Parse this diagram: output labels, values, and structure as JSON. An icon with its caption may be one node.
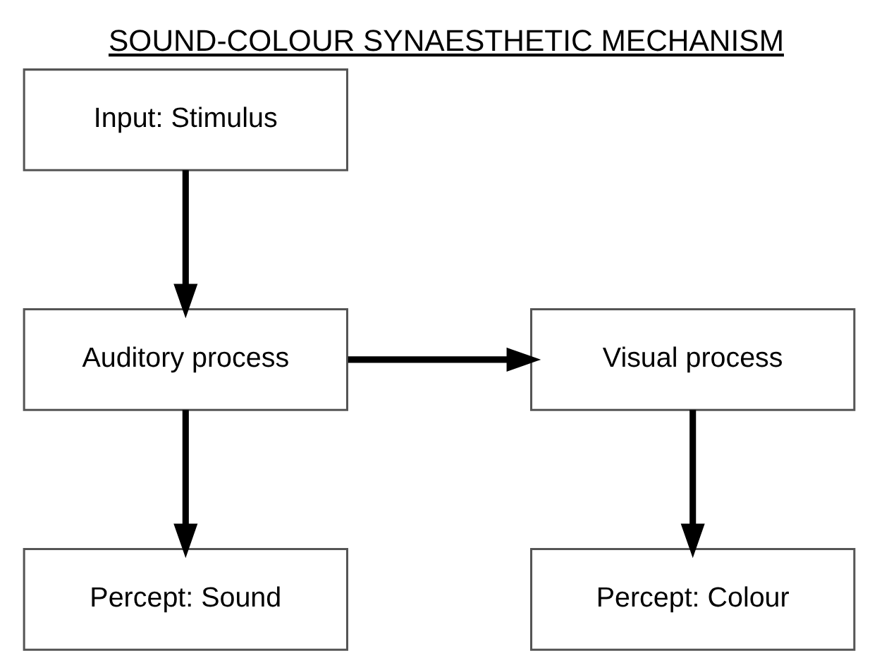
{
  "diagram": {
    "title": "SOUND-COLOUR SYNAESTHETIC MECHANISM",
    "nodes": [
      {
        "text": [
          "Input: Stimulus"
        ]
      },
      {
        "text": [
          "Auditory process"
        ]
      },
      {
        "text": [
          "Visual process"
        ]
      },
      {
        "text": [
          "Percept: Sound"
        ]
      },
      {
        "text": [
          "Percept: Colour"
        ]
      }
    ],
    "edges": [
      {
        "from": 0,
        "to": 1,
        "arrow": "to"
      },
      {
        "from": 1,
        "to": 2,
        "arrow": "to"
      },
      {
        "from": 1,
        "to": 3,
        "arrow": "to"
      },
      {
        "from": 2,
        "to": 4,
        "arrow": "to"
      }
    ]
  }
}
